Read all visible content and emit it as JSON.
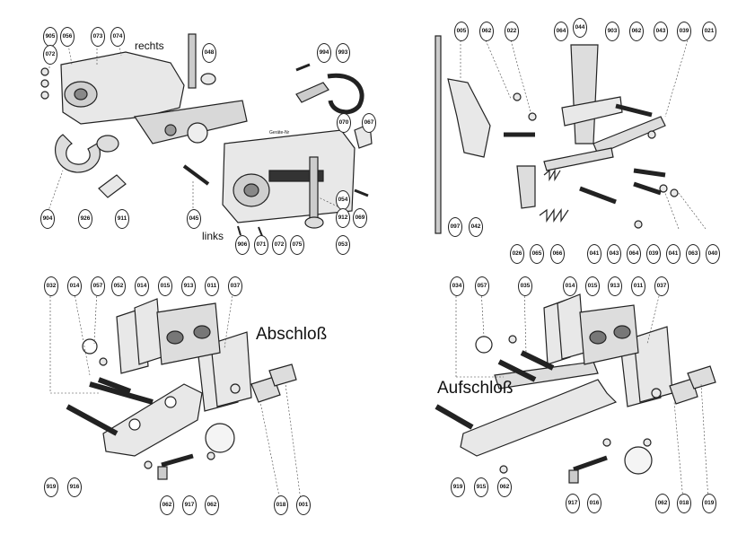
{
  "quadrants": [
    {
      "id": "tr-winch-assembly",
      "labels": [
        {
          "text": "rechts",
          "cls": "small"
        },
        {
          "text": "links",
          "cls": "small"
        },
        {
          "text": "Geräte-Nr",
          "cls": "tiny"
        }
      ],
      "callouts": [
        "905",
        "056",
        "073",
        "074",
        "072",
        "048",
        "994",
        "993",
        "070",
        "067",
        "904",
        "926",
        "911",
        "045",
        "054",
        "912",
        "069",
        "906",
        "071",
        "072",
        "075",
        "053"
      ]
    },
    {
      "id": "tr-lever-mechanism",
      "labels": [],
      "callouts": [
        "005",
        "062",
        "022",
        "064",
        "044",
        "903",
        "062",
        "043",
        "039",
        "021",
        "097",
        "042",
        "026",
        "065",
        "066",
        "041",
        "043",
        "064",
        "039",
        "041",
        "063",
        "040"
      ]
    },
    {
      "id": "bl-abschluss",
      "labels": [
        {
          "text": "Abschloß",
          "cls": "big"
        }
      ],
      "callouts": [
        "032",
        "014",
        "057",
        "052",
        "014",
        "015",
        "913",
        "011",
        "037",
        "919",
        "916",
        "062",
        "917",
        "062",
        "018",
        "001"
      ]
    },
    {
      "id": "br-aufschluss",
      "labels": [
        {
          "text": "Aufschloß",
          "cls": "big"
        }
      ],
      "callouts": [
        "034",
        "057",
        "035",
        "014",
        "015",
        "913",
        "011",
        "037",
        "919",
        "915",
        "062",
        "917",
        "016",
        "062",
        "018",
        "019"
      ]
    }
  ]
}
